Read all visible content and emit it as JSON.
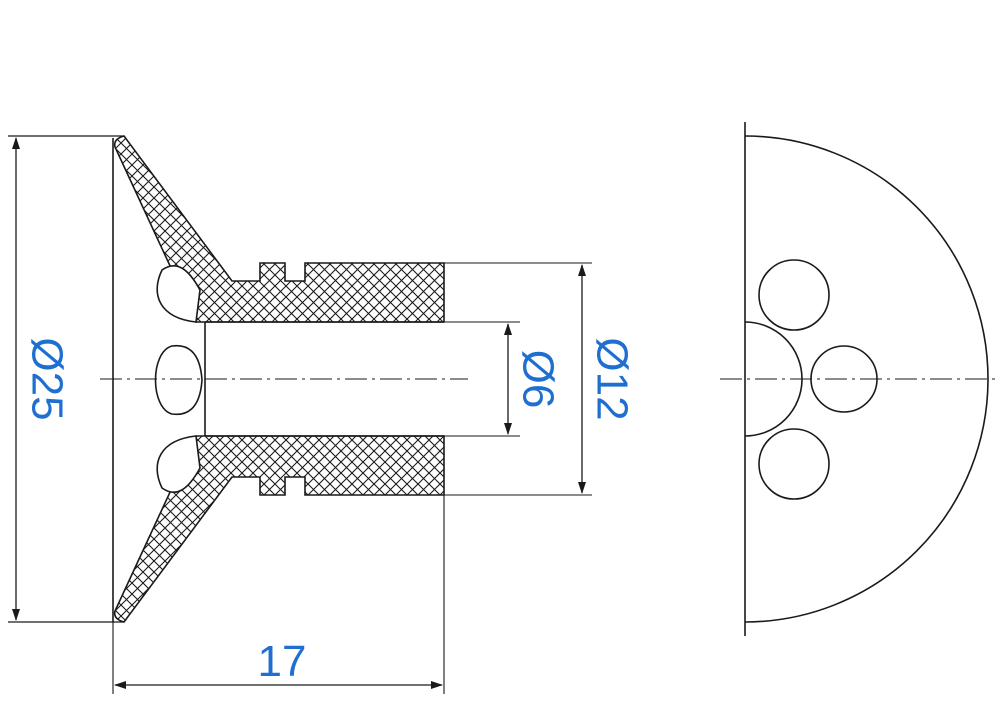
{
  "drawing": {
    "line_color": "#1a1a1a",
    "dimension_text_color": "#1f6fd1",
    "hatch_pattern": "crosshatch",
    "dimensions": {
      "outer_diameter": "Ø25",
      "bore_diameter": "Ø6",
      "shank_diameter": "Ø12",
      "overall_length": "17"
    }
  }
}
